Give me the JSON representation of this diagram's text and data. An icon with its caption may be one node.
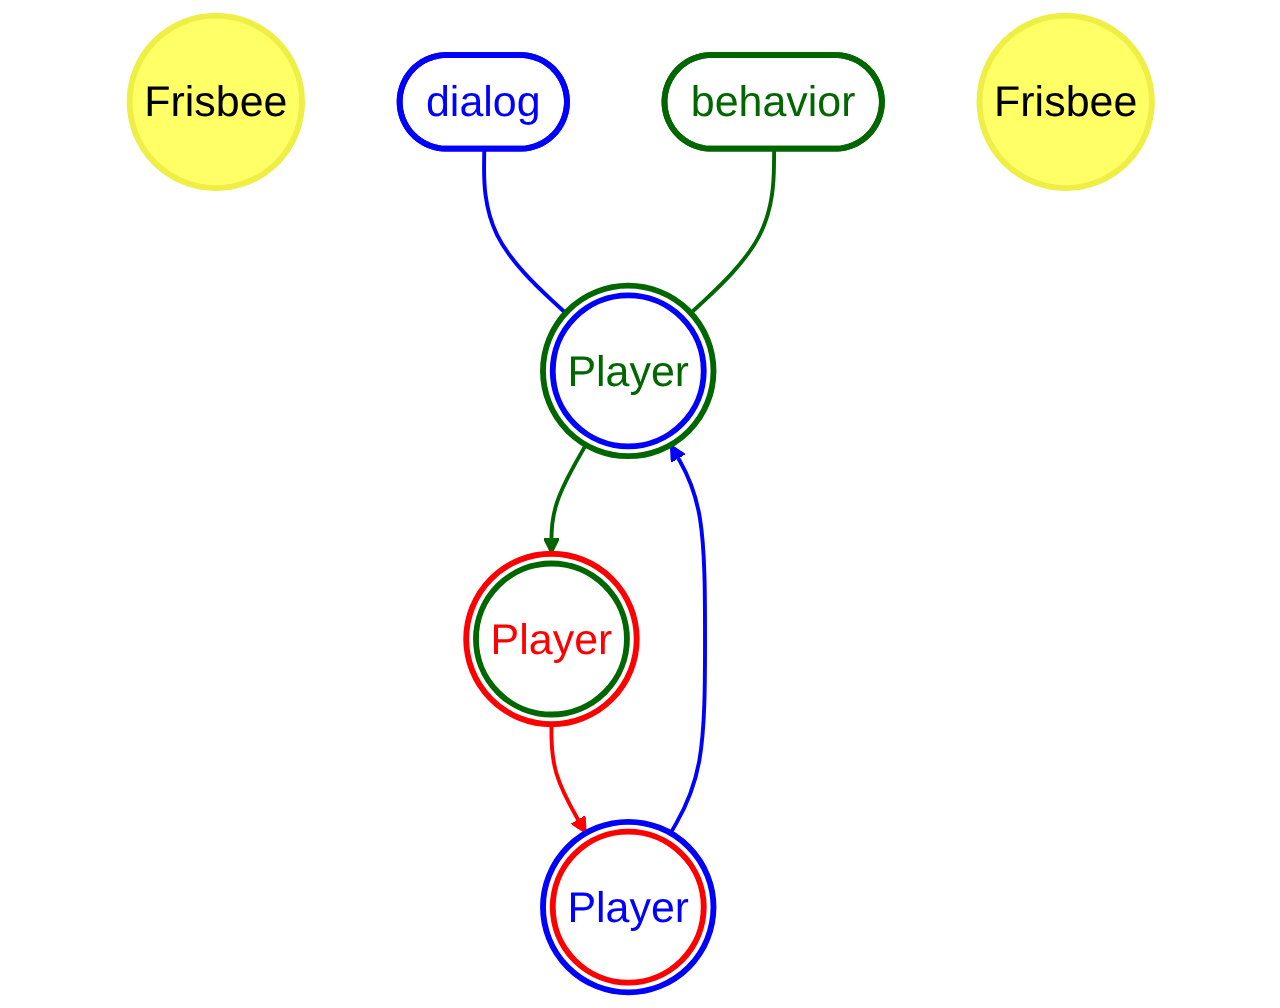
{
  "diagram": {
    "nodes": [
      {
        "text": [
          "Frisbee"
        ]
      },
      {
        "text": [
          "Player"
        ]
      },
      {
        "text": [
          "dialog"
        ]
      },
      {
        "text": [
          "behavior"
        ]
      },
      {
        "text": [
          "Player"
        ]
      },
      {
        "text": [
          "Frisbee"
        ]
      },
      {
        "text": [
          "Player"
        ]
      }
    ],
    "edges": [
      {
        "from": 4,
        "to": 1,
        "arrow": "to",
        "color": "#0000ff"
      },
      {
        "from": 1,
        "to": 6,
        "arrow": "to",
        "color": "#006600"
      },
      {
        "from": 6,
        "to": 4,
        "arrow": "to",
        "color": "#ff0000"
      },
      {
        "from": 2,
        "to": 1,
        "arrow": "none",
        "color": "#0000ff"
      },
      {
        "from": 3,
        "to": 1,
        "arrow": "none",
        "color": "#006600"
      }
    ]
  }
}
